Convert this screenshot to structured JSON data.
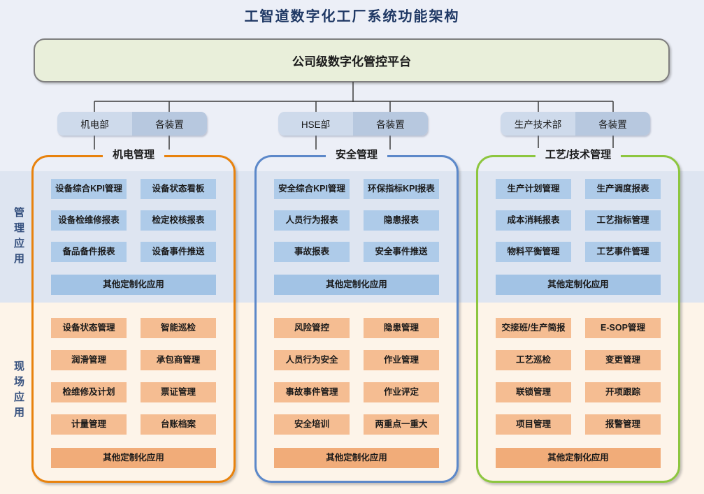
{
  "title": "工智道数字化工厂系统功能架构",
  "platform": {
    "label": "公司级数字化管控平台"
  },
  "departments": [
    {
      "dept": "机电部",
      "units": "各装置"
    },
    {
      "dept": "HSE部",
      "units": "各装置"
    },
    {
      "dept": "生产技术部",
      "units": "各装置"
    }
  ],
  "side_labels": {
    "management": "管理应用",
    "field": "现场应用"
  },
  "columns": [
    {
      "title": "机电管理",
      "accent": "#E8820D",
      "management_apps": [
        "设备综合KPI管理",
        "设备状态看板",
        "设备检维修报表",
        "检定校核报表",
        "备品备件报表",
        "设备事件推送"
      ],
      "management_other": "其他定制化应用",
      "field_apps": [
        "设备状态管理",
        "智能巡检",
        "润滑管理",
        "承包商管理",
        "检维修及计划",
        "票证管理",
        "计量管理",
        "台账档案"
      ],
      "field_other": "其他定制化应用"
    },
    {
      "title": "安全管理",
      "accent": "#5C88C9",
      "management_apps": [
        "安全综合KPI管理",
        "环保指标KPI报表",
        "人员行为报表",
        "隐患报表",
        "事故报表",
        "安全事件推送"
      ],
      "management_other": "其他定制化应用",
      "field_apps": [
        "风险管控",
        "隐患管理",
        "人员行为安全",
        "作业管理",
        "事故事件管理",
        "作业评定",
        "安全培训",
        "两重点一重大"
      ],
      "field_other": "其他定制化应用"
    },
    {
      "title": "工艺/技术管理",
      "accent": "#8DC63F",
      "management_apps": [
        "生产计划管理",
        "生产调度报表",
        "成本消耗报表",
        "工艺指标管理",
        "物料平衡管理",
        "工艺事件管理"
      ],
      "management_other": "其他定制化应用",
      "field_apps": [
        "交接班/生产简报",
        "E-SOP管理",
        "工艺巡检",
        "变更管理",
        "联锁管理",
        "开项跟踪",
        "项目管理",
        "报警管理"
      ],
      "field_other": "其他定制化应用"
    }
  ],
  "colors": {
    "background": "#ECEFF7",
    "management_band": "#DEE5F1",
    "field_band": "#FDF4E9",
    "platform_fill": "#E9EFDA",
    "pill_left_fill": "#CEDAEB",
    "pill_right_fill": "#B7C8DF",
    "management_app_fill": "#AECBE9",
    "management_other_fill": "#A2C3E5",
    "field_app_fill": "#F5BD92",
    "field_other_fill": "#F1AC79",
    "title_color": "#1F3864",
    "side_label_color": "#35507E",
    "connector_color": "#3C3C3C",
    "title_mask": "#ECEFF7"
  }
}
